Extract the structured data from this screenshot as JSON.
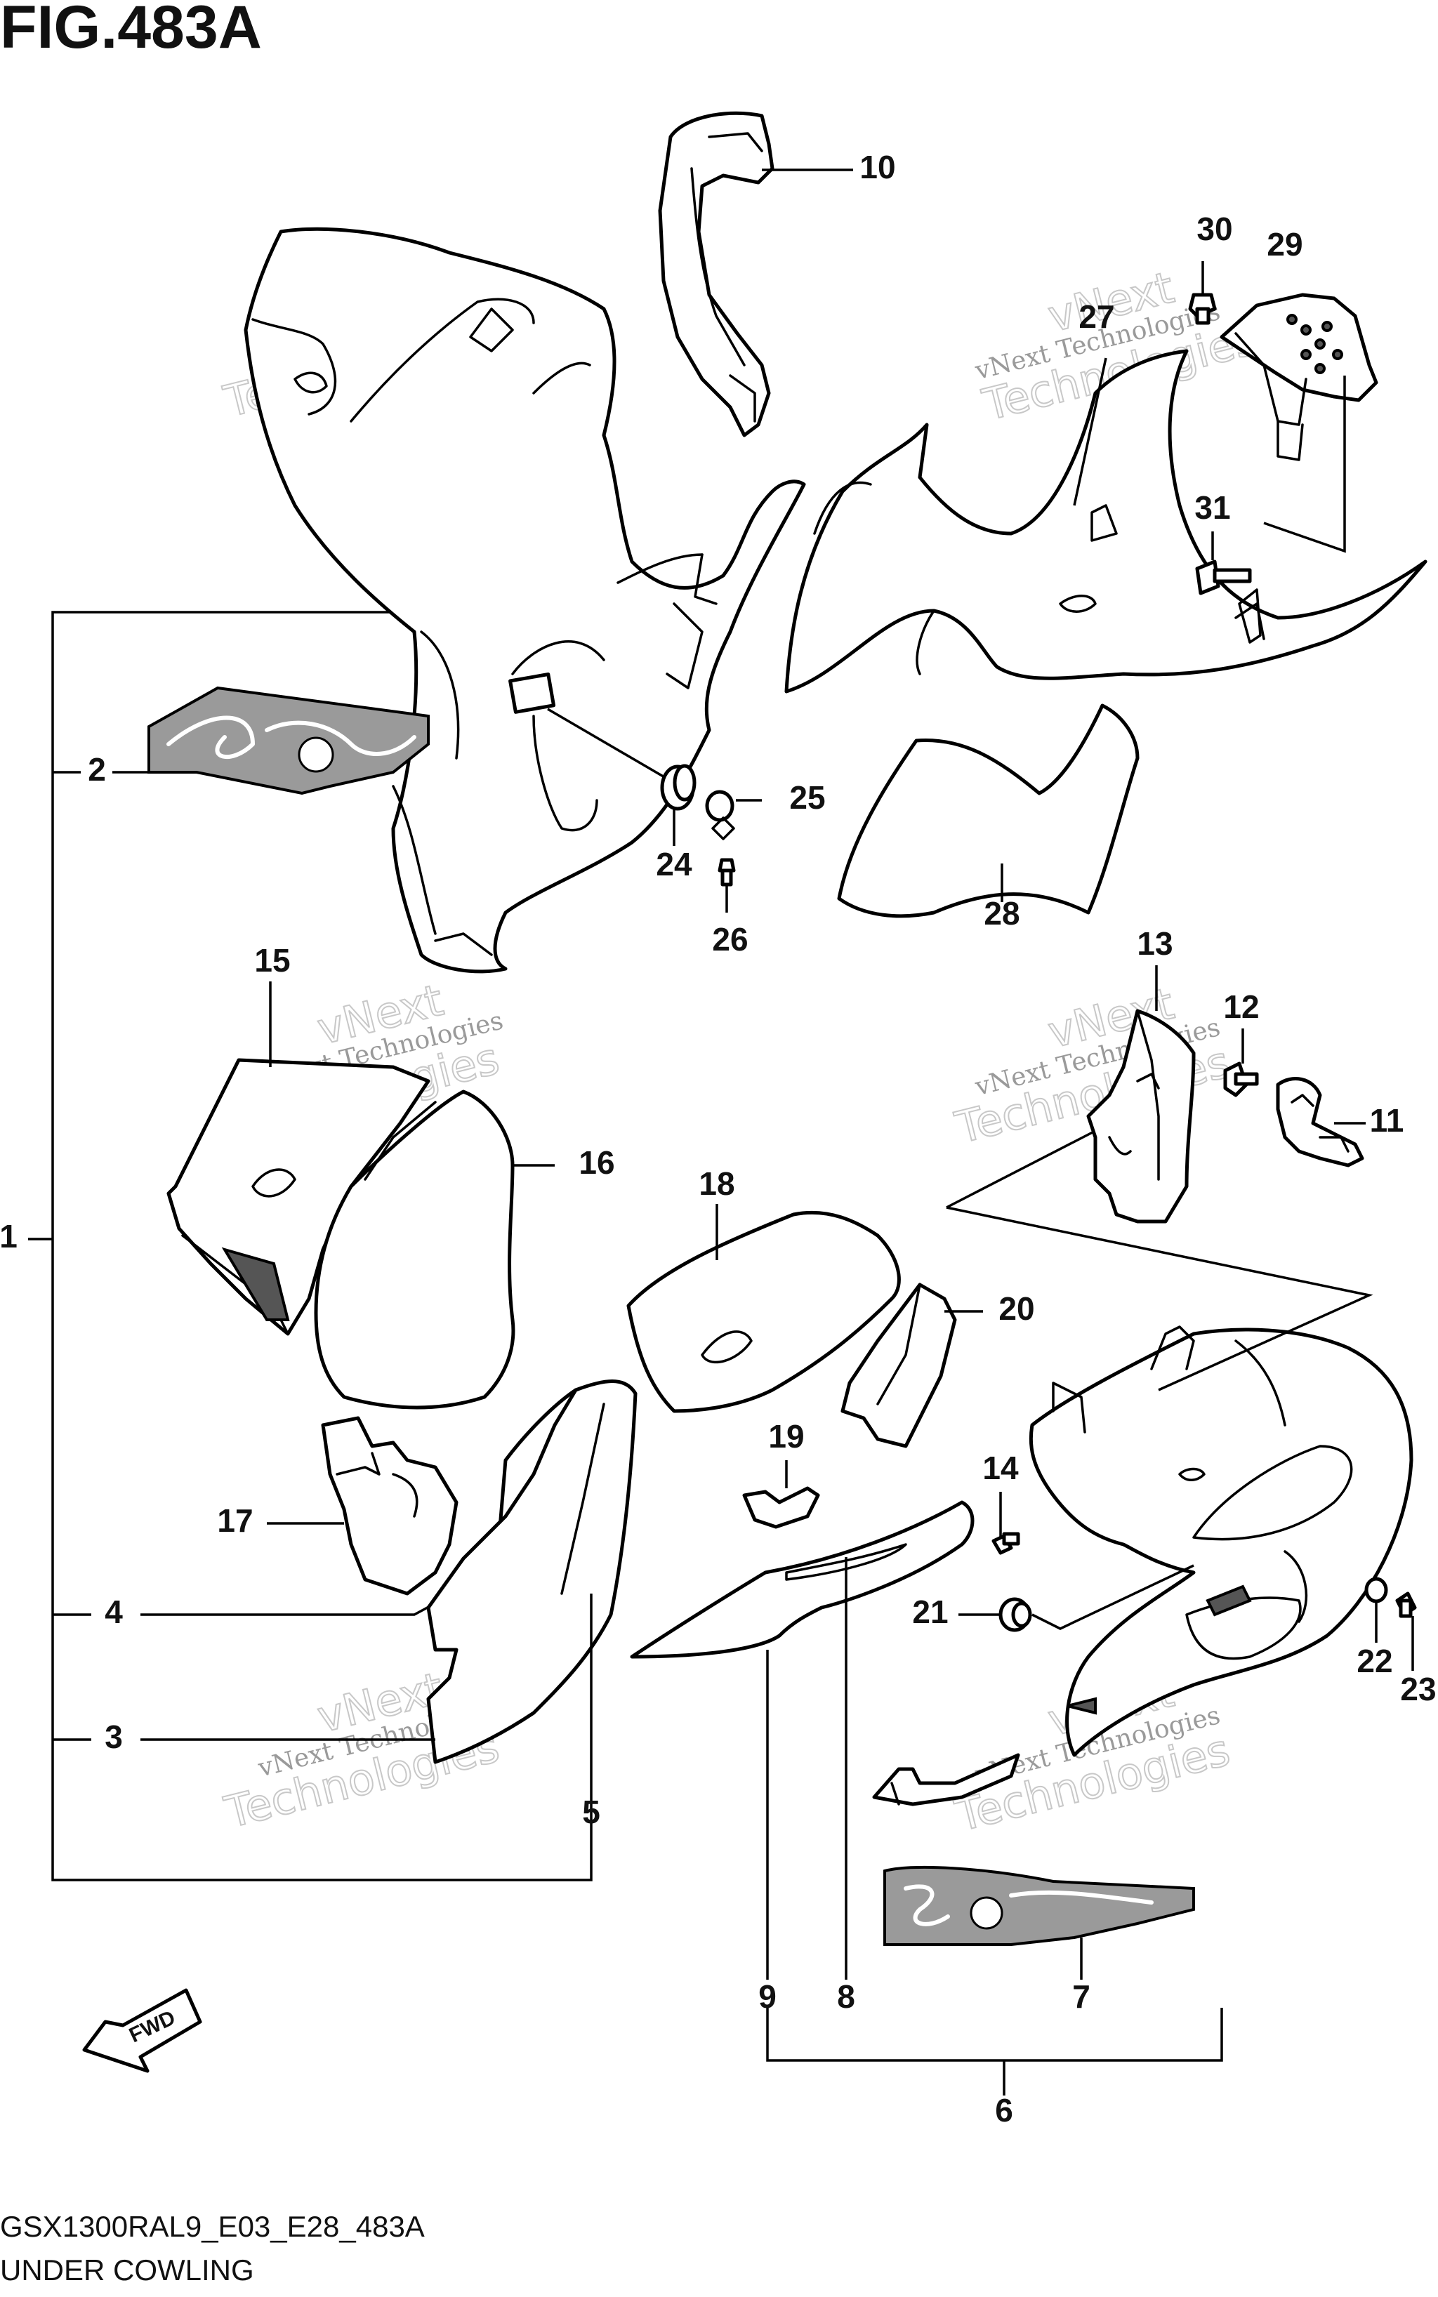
{
  "figure": {
    "title": "FIG.483A",
    "model_code": "GSX1300RAL9_E03_E28_483A",
    "caption": "UNDER COWLING",
    "fwd_label": "FWD"
  },
  "watermark": {
    "line1": "vNext Technologies",
    "line2": "vNext",
    "line3": "Technologies"
  },
  "callouts": {
    "c1": "1",
    "c2": "2",
    "c3": "3",
    "c4": "4",
    "c5": "5",
    "c6": "6",
    "c7": "7",
    "c8": "8",
    "c9": "9",
    "c10": "10",
    "c11": "11",
    "c12": "12",
    "c13": "13",
    "c14": "14",
    "c15": "15",
    "c16": "16",
    "c17": "17",
    "c18": "18",
    "c19": "19",
    "c20": "20",
    "c21": "21",
    "c22": "22",
    "c23": "23",
    "c24": "24",
    "c25": "25",
    "c26": "26",
    "c27": "27",
    "c28": "28",
    "c29": "29",
    "c30": "30",
    "c31": "31"
  }
}
